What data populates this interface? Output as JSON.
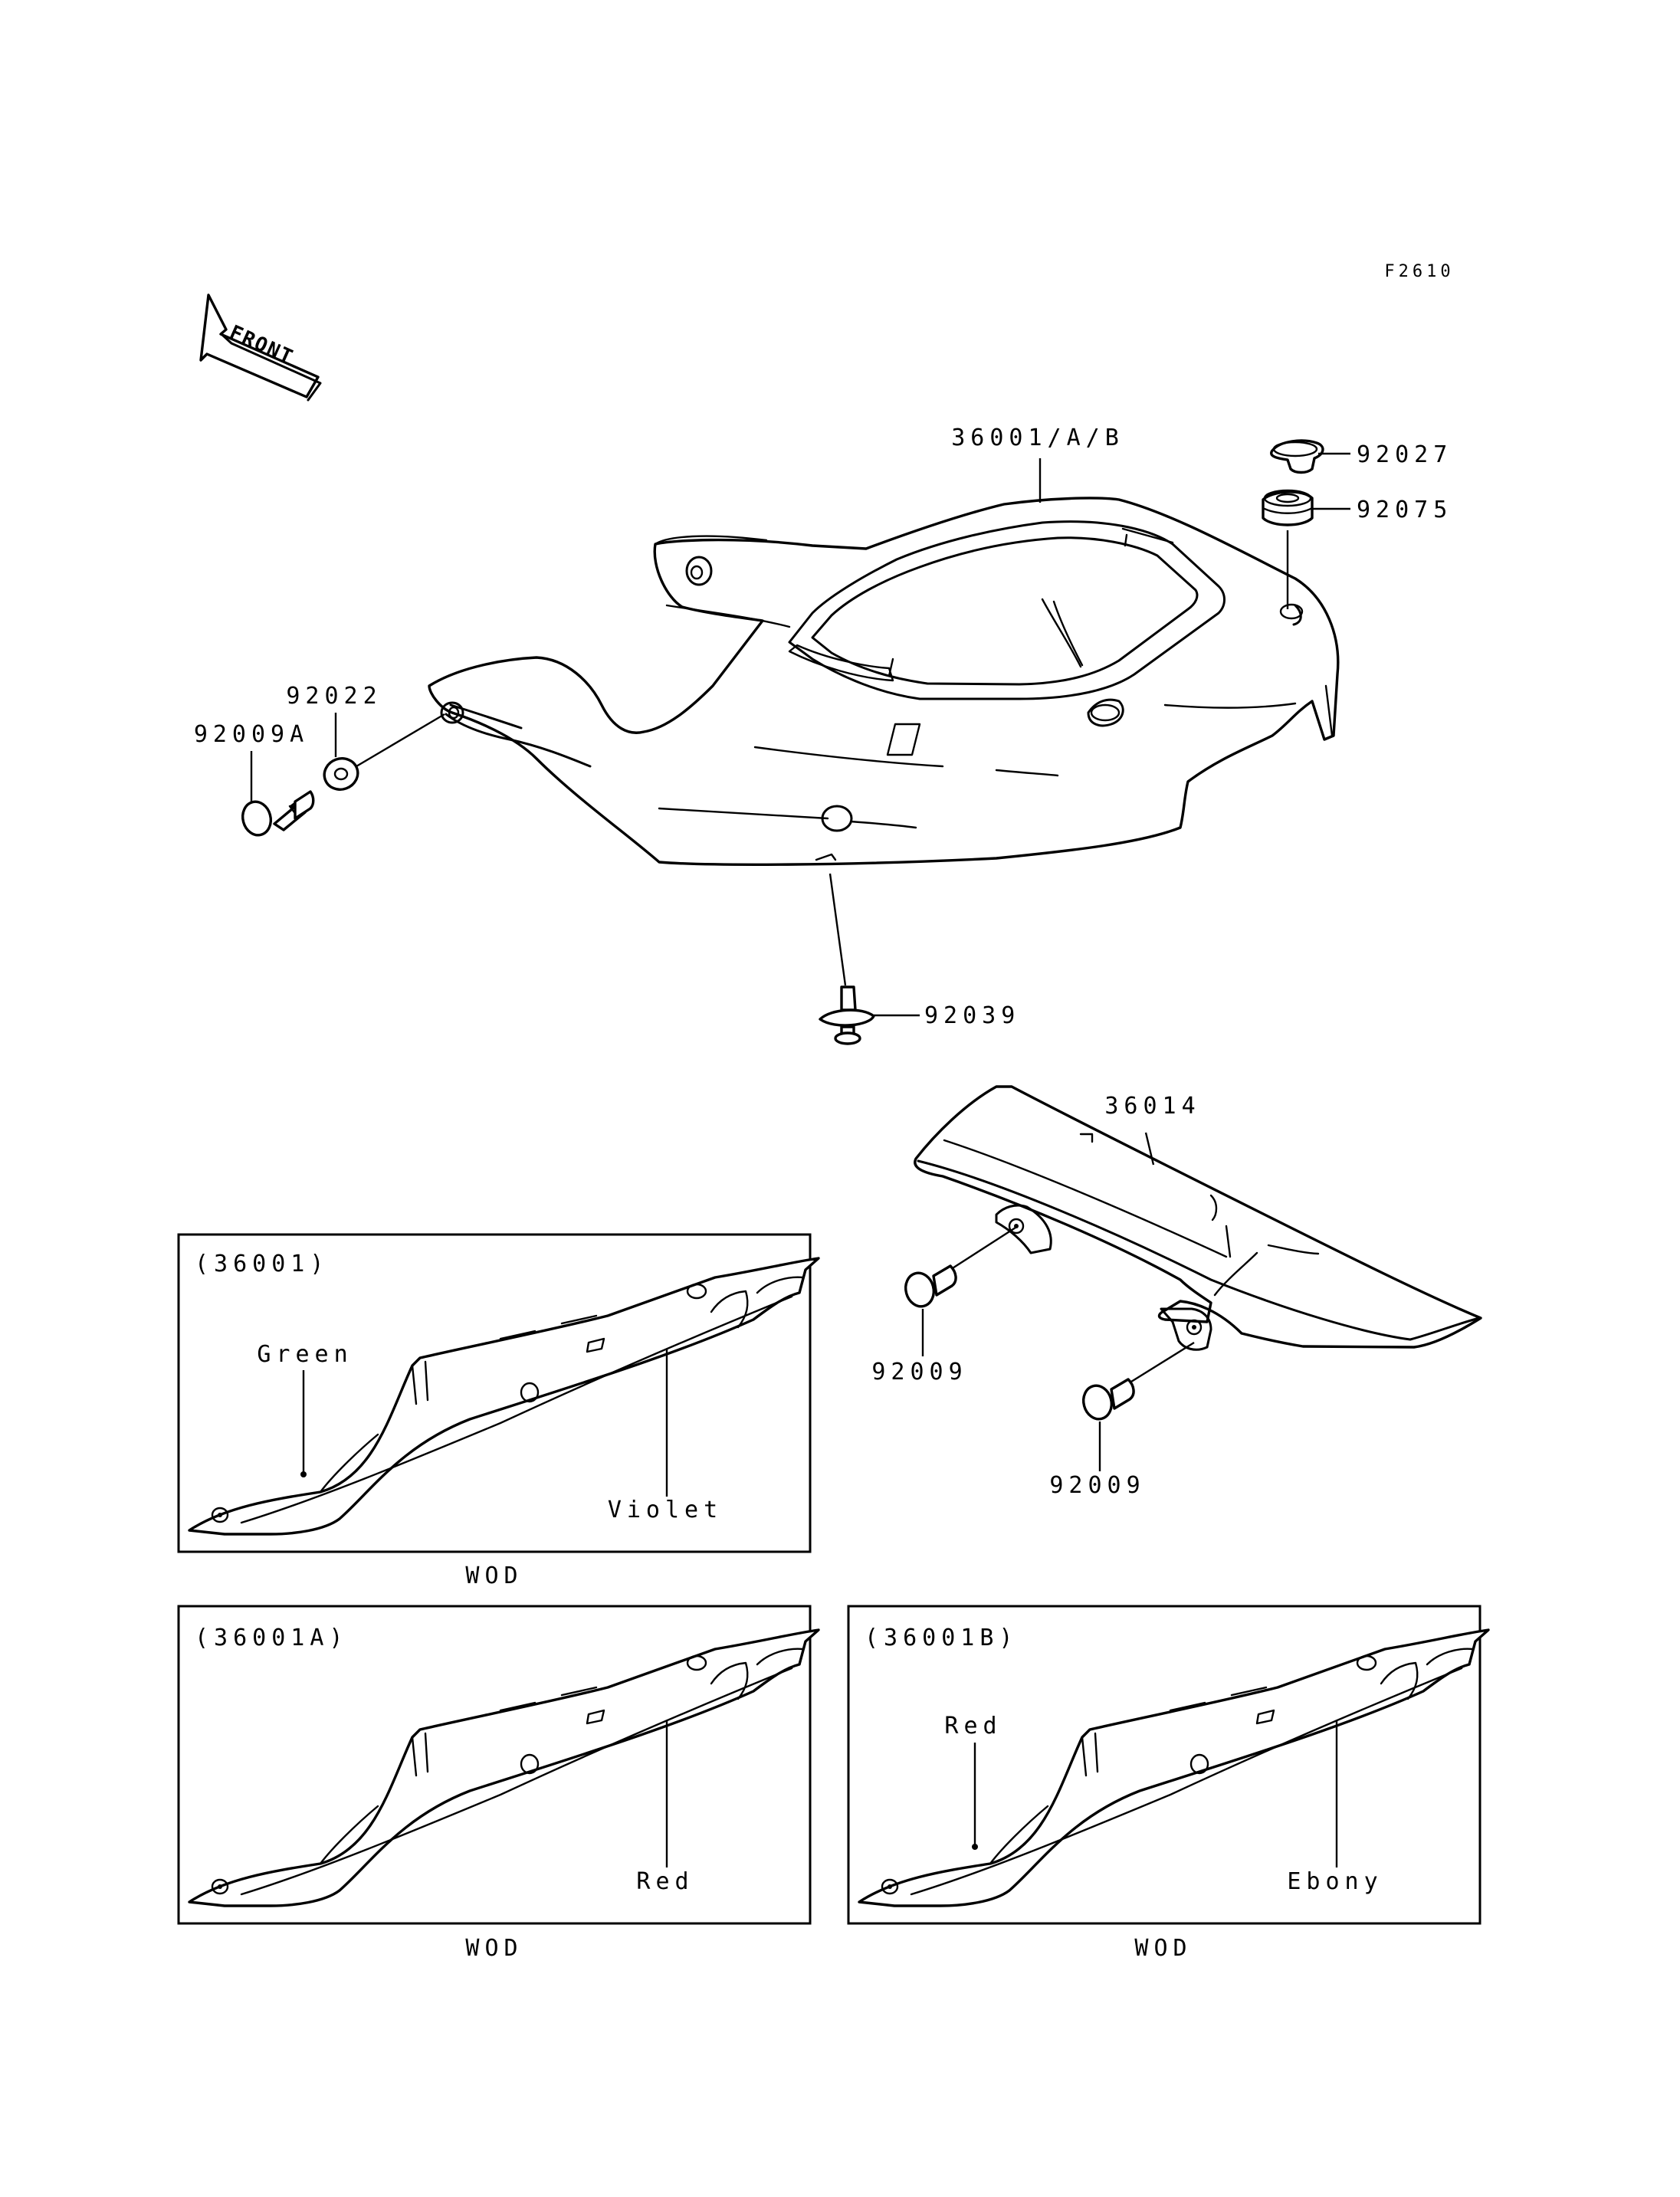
{
  "figure_code": "F2610",
  "front_arrow_label": "FRONT",
  "callouts": {
    "seat_cover": "36001/A/B",
    "cap": "92027",
    "grommet": "92075",
    "washer": "92022",
    "bolt_a": "92009A",
    "clip": "92039",
    "cover": "36014",
    "bolt_upper": "92009",
    "bolt_lower": "92009"
  },
  "variants": [
    {
      "code": "(36001)",
      "color_primary": "Green",
      "color_secondary": "Violet",
      "caption": "WOD"
    },
    {
      "code": "(36001A)",
      "color_secondary": "Red",
      "caption": "WOD"
    },
    {
      "code": "(36001B)",
      "color_primary": "Red",
      "color_secondary": "Ebony",
      "caption": "WOD"
    }
  ]
}
